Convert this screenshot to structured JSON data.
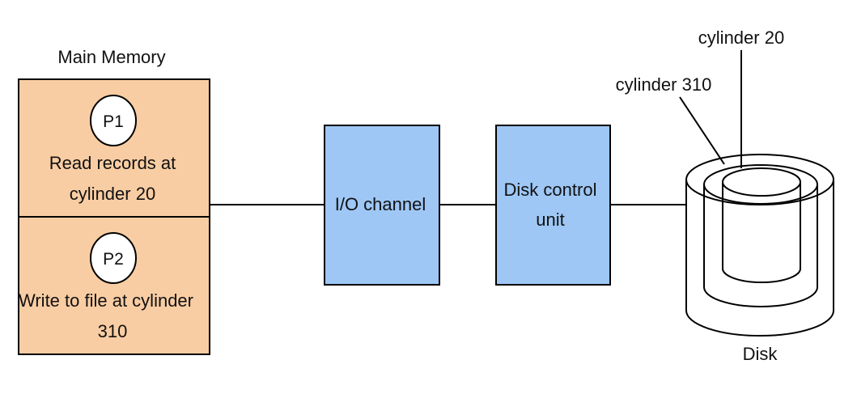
{
  "main_memory": {
    "title": "Main Memory",
    "processes": [
      {
        "id_label": "P1",
        "line1": "Read records at",
        "line2": "cylinder 20"
      },
      {
        "id_label": "P2",
        "line1": "Write to file at cylinder",
        "line2": "310"
      }
    ]
  },
  "io_channel": {
    "label": "I/O channel"
  },
  "disk_control_unit": {
    "line1": "Disk control",
    "line2": "unit"
  },
  "disk": {
    "label": "Disk",
    "cylinder_labels": [
      "cylinder 20",
      "cylinder 310"
    ]
  },
  "colors": {
    "memory_fill": "#f9cda3",
    "box_fill": "#9ec7f5",
    "stroke": "#000000",
    "background": "#ffffff"
  }
}
